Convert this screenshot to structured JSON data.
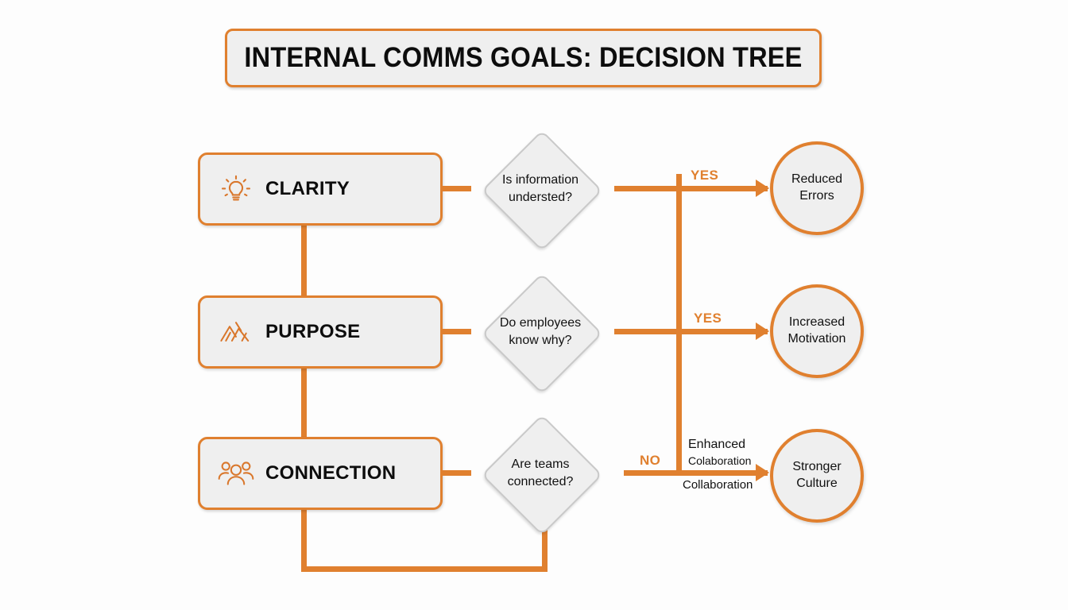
{
  "title": {
    "text": "INTERNAL COMMS GOALS: DECISION TREE"
  },
  "colors": {
    "accent": "#E0802F",
    "node_fill": "#EFEFEF",
    "diamond_border": "#C9C9C9",
    "text": "#111111",
    "background": "#FDFDFD"
  },
  "goals": [
    {
      "label": "CLARITY",
      "icon": "lightbulb-icon"
    },
    {
      "label": "PURPOSE",
      "icon": "mountain-icon"
    },
    {
      "label": "CONNECTION",
      "icon": "people-group-icon"
    }
  ],
  "decisions": [
    {
      "line1": "Is information",
      "line2": "understed?"
    },
    {
      "line1": "Do employees",
      "line2": "know why?"
    },
    {
      "line1": "Are teams",
      "line2": "connected?"
    }
  ],
  "outcomes": [
    {
      "line1": "Reduced",
      "line2": "Errors"
    },
    {
      "line1": "Increased",
      "line2": "Motivation"
    },
    {
      "line1": "Stronger",
      "line2": "Culture"
    }
  ],
  "edge_labels": {
    "yes_1": "YES",
    "yes_2": "YES",
    "no_3": "NO",
    "enhanced": "Enhanced",
    "colaboration_small": "Colaboration",
    "collaboration_large": "Collaboration"
  }
}
